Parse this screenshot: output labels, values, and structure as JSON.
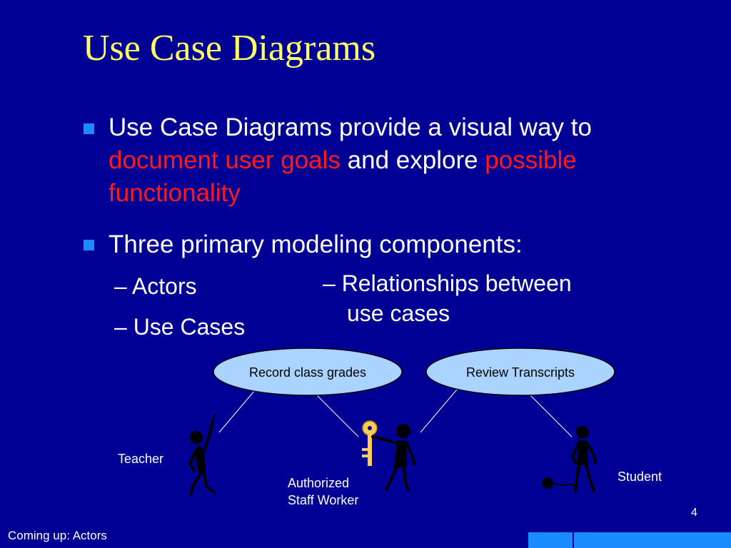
{
  "slide": {
    "title": "Use Case Diagrams",
    "bullets": [
      {
        "runs": [
          {
            "text": "Use Case Diagrams provide a visual way to ",
            "emphasis": false
          },
          {
            "text": "document user goals",
            "emphasis": true
          },
          {
            "text": " and explore ",
            "emphasis": false
          },
          {
            "text": "possible functionality",
            "emphasis": true
          }
        ]
      },
      {
        "text": "Three primary modeling components:"
      }
    ],
    "sub_items": {
      "actors": "– Actors",
      "use_cases": "– Use Cases",
      "relationships_line1": "– Relationships between",
      "relationships_line2": "use cases"
    },
    "colors": {
      "background": "#000094",
      "title": "#ffff66",
      "emphasis": "#ff1a1a",
      "bullet_marker": "#1a8cff",
      "use_case_fill": "#aad4ff"
    }
  },
  "diagram": {
    "use_cases": [
      "Record class grades",
      "Review Transcripts"
    ],
    "actors": {
      "teacher": "Teacher",
      "staff_line1": "Authorized",
      "staff_line2": "Staff Worker",
      "student": "Student"
    },
    "props": [
      "key-icon",
      "ball-and-chain-icon"
    ]
  },
  "footer": {
    "text": "Coming up: Actors",
    "page_number": "4"
  }
}
